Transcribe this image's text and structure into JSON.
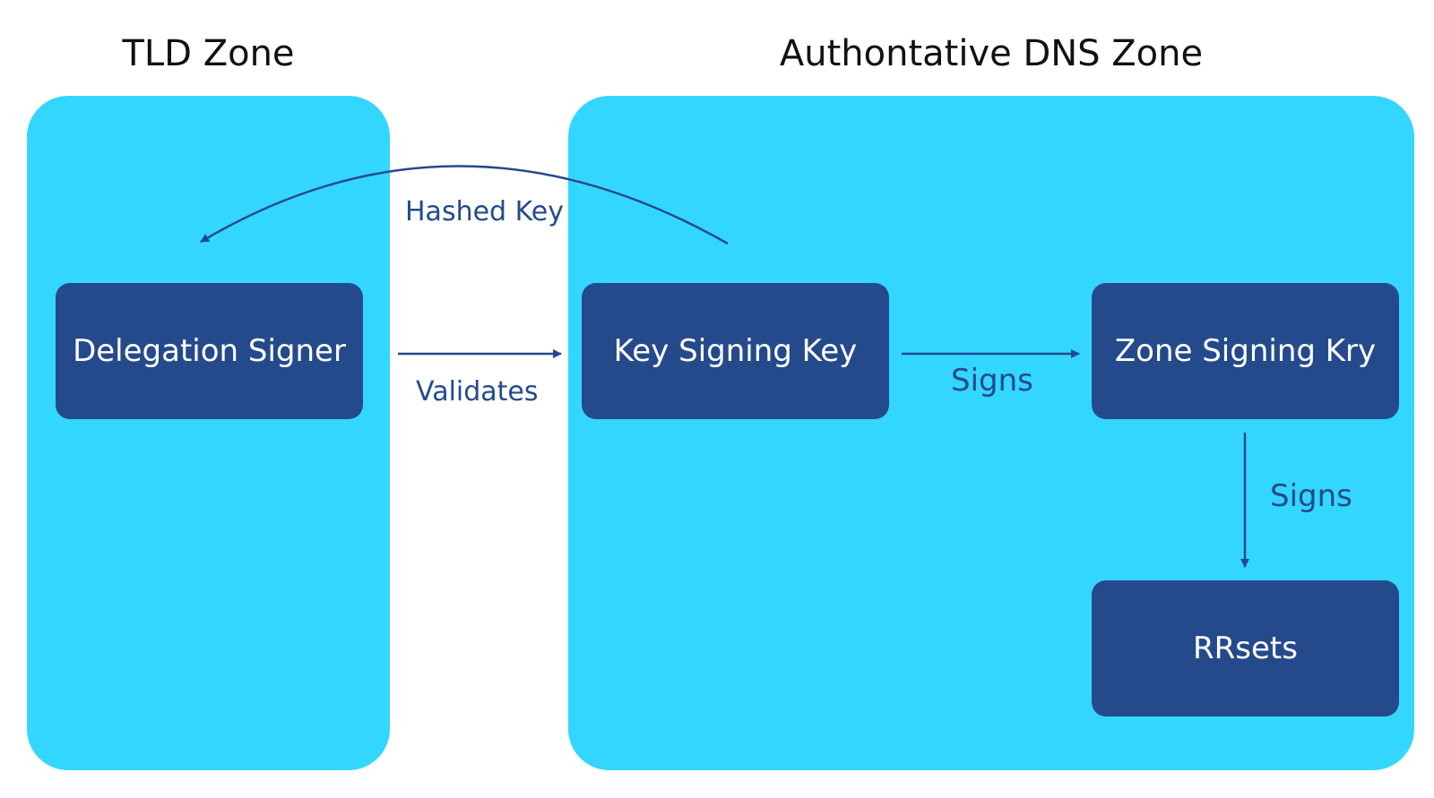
{
  "colors": {
    "zone_fill": "#33d6ff",
    "node_fill": "#254a8c",
    "node_text": "#ffffff",
    "arrow": "#254a8c",
    "title_text": "#111111"
  },
  "zones": {
    "tld": {
      "title": "TLD Zone"
    },
    "authoritative": {
      "title": "Authontative DNS Zone"
    }
  },
  "nodes": {
    "delegation_signer": "Delegation Signer",
    "key_signing_key": "Key Signing Key",
    "zone_signing_key": "Zone Signing Kry",
    "rrsets": "RRsets"
  },
  "edges": {
    "hashed_key": "Hashed Key",
    "validates": "Validates",
    "signs_ksk_zsk": "Signs",
    "signs_zsk_rrsets": "Signs"
  }
}
